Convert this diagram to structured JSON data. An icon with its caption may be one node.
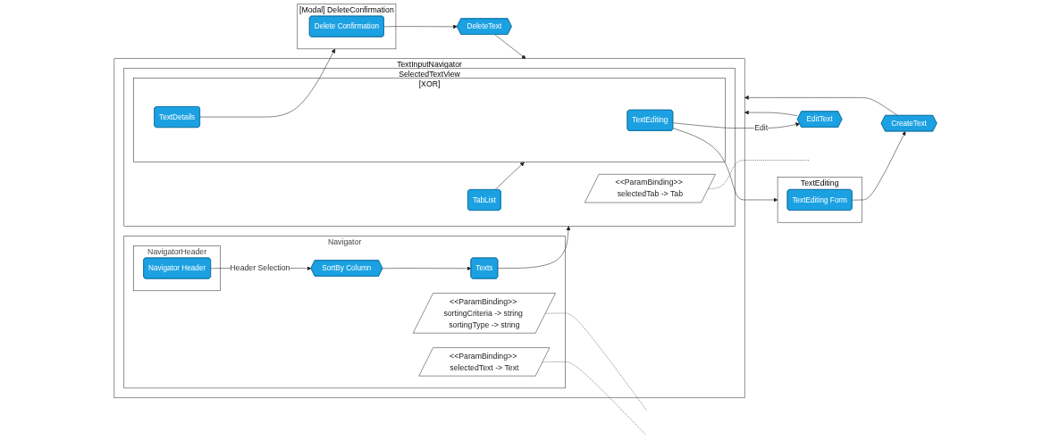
{
  "diagram": {
    "nodes": [
      {
        "text": [
          "TextInputNavigator"
        ]
      },
      {
        "text": [
          "Navigator"
        ],
        "in": 0
      },
      {
        "text": [
          "NavigatorHeader"
        ],
        "in": 1
      },
      {
        "text": [
          "Navigator Header"
        ],
        "in": 2
      },
      {
        "text": [
          "SortBy Column"
        ],
        "in": 1
      },
      {
        "text": [
          "Texts"
        ],
        "in": 1
      },
      {
        "text": [
          "<<ParamBinding>> sortingCriteria -> string sortingType -> string"
        ],
        "in": 1
      },
      {
        "text": [
          "<<ParamBinding>> selectedText -> Text"
        ],
        "in": 1
      },
      {
        "text": [
          "SelectedTextView"
        ],
        "in": 0
      },
      {
        "text": [
          "TabList"
        ],
        "in": 8
      },
      {
        "text": [
          "<<ParamBinding>> selectedTab -> Tab"
        ],
        "in": 8
      },
      {
        "text": [
          "[XOR]"
        ],
        "in": 8
      },
      {
        "text": [
          "TextEditing"
        ],
        "in": 11
      },
      {
        "text": [
          "TextDetails"
        ],
        "in": 11
      },
      {
        "text": [
          "[Modal] DeleteConfirmation"
        ]
      },
      {
        "text": [
          "Delete Confirmation"
        ],
        "in": 14
      },
      {
        "text": [
          "DeleteText"
        ]
      },
      {
        "text": [
          "TextEditing"
        ]
      },
      {
        "text": [
          "TextEditing Form"
        ],
        "in": 17
      },
      {
        "text": [
          "CreateText"
        ]
      },
      {
        "text": [
          "EditText"
        ]
      }
    ],
    "edges": [
      {
        "from": 3,
        "to": 4,
        "arrow": "to",
        "label": "Header Selection"
      },
      {
        "from": 4,
        "to": 5,
        "arrow": "to"
      },
      {
        "from": 5,
        "to": 8,
        "arrow": "to"
      },
      {
        "from": 6,
        "to": null,
        "arrow": "none",
        "style": "dashed"
      },
      {
        "from": 7,
        "to": null,
        "arrow": "none",
        "style": "dashed"
      },
      {
        "from": 9,
        "to": 11,
        "arrow": "to"
      },
      {
        "from": 10,
        "to": null,
        "arrow": "none",
        "style": "dashed"
      },
      {
        "from": 13,
        "to": 14,
        "arrow": "to"
      },
      {
        "from": 15,
        "to": 16,
        "arrow": "to"
      },
      {
        "from": 16,
        "to": 0,
        "arrow": "to"
      },
      {
        "from": 12,
        "to": 17,
        "arrow": "to"
      },
      {
        "from": 12,
        "to": 20,
        "arrow": "to",
        "label": "Edit"
      },
      {
        "from": 20,
        "to": 0,
        "arrow": "to"
      },
      {
        "from": 18,
        "to": 19,
        "arrow": "to"
      },
      {
        "from": 19,
        "to": 0,
        "arrow": "to"
      }
    ]
  }
}
